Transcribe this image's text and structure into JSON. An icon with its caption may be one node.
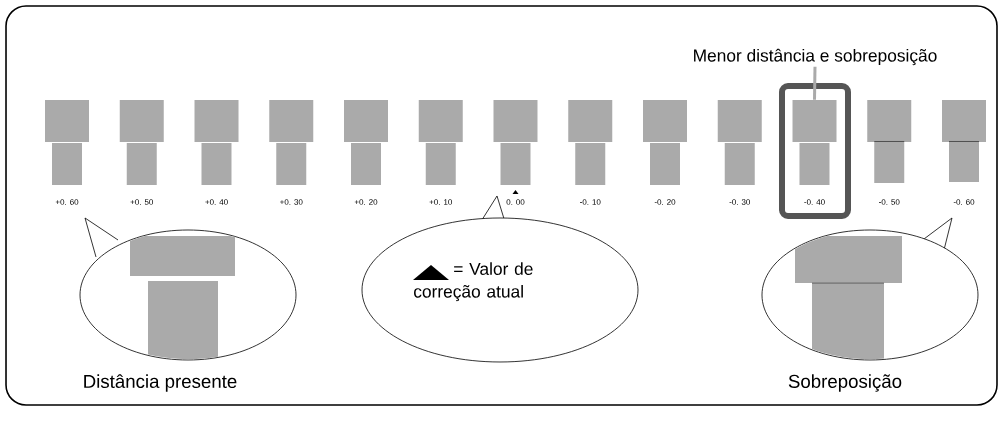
{
  "diagram": {
    "nodes": [
      {
        "text": [],
        "shape": "picture"
      },
      {
        "text": [],
        "shape": "picture"
      },
      {
        "text": [],
        "shape": "picture"
      },
      {
        "text": [],
        "shape": "picture"
      },
      {
        "text": [],
        "shape": "picture"
      },
      {
        "text": [],
        "shape": "picture"
      },
      {
        "text": [],
        "shape": "picture"
      },
      {
        "text": [],
        "shape": "picture"
      },
      {
        "text": [],
        "shape": "picture"
      },
      {
        "text": [],
        "shape": "picture"
      },
      {
        "text": [],
        "shape": "picture"
      },
      {
        "text": [],
        "shape": "picture"
      },
      {
        "text": [],
        "shape": "picture"
      },
      {
        "text": [
          "Menor distância e sobreposição"
        ]
      },
      {
        "text": [],
        "shape": "picture",
        "beside": [
          "Distância presente"
        ]
      },
      {
        "text": [
          "= Valor de correção atual"
        ]
      },
      {
        "text": [],
        "shape": "picture",
        "beside": [
          "Sobreposição"
        ]
      }
    ],
    "edges": [
      {
        "from": 13,
        "to": 10,
        "arrow": "none"
      }
    ],
    "labels": [
      "+0. 60",
      "+0. 50",
      "+0. 40",
      "+0. 30",
      "+0. 20",
      "+0. 10",
      "0. 00",
      "-0. 10",
      "-0. 20",
      "-0. 30",
      "-0. 40",
      "-0. 50",
      "-0. 60"
    ]
  }
}
